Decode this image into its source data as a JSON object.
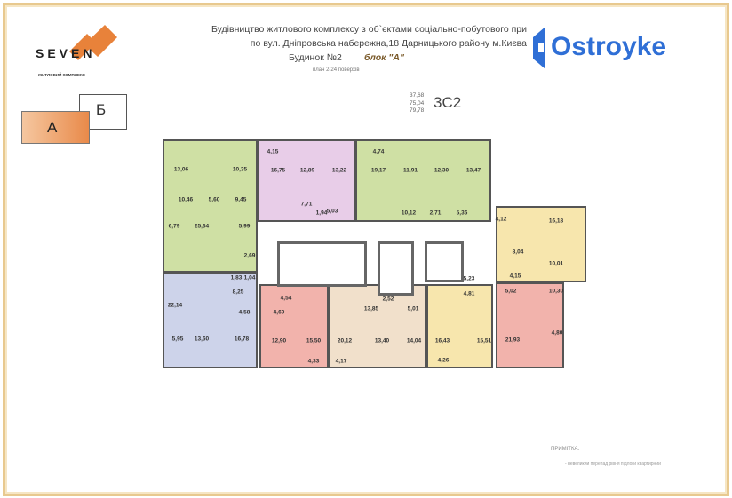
{
  "header": {
    "line1": "Будівництво житлового комплексу з об`єктами соціально-побутового при",
    "line2": "по вул. Дніпровська набережна,18 Дарницького району м.Києва",
    "building": "Будинок №2",
    "block": "блок \"А\"",
    "floors": "план 2-24 поверхів"
  },
  "logo": {
    "name": "SEVEN",
    "subtitle": "ЖИТЛОВИЙ КОМПЛЕКС",
    "brand": "Ostroyke",
    "brand_color": "#2f6fd6"
  },
  "sections": {
    "a": "А",
    "b": "Б"
  },
  "unit": {
    "areas": [
      "37,68",
      "75,04",
      "79,78"
    ],
    "code": "3С2"
  },
  "colors": {
    "green": "#cfe0a4",
    "pink": "#e8cde8",
    "blue": "#cdd3ea",
    "red": "#f2b3ac",
    "beige": "#f1e0cb",
    "yellow": "#f7e6ad"
  },
  "rooms": [
    "13,06",
    "10,35",
    "10,46",
    "5,60",
    "9,45",
    "6,79",
    "25,34",
    "5,99",
    "2,69",
    "1,83",
    "1,04",
    "8,25",
    "22,14",
    "4,58",
    "5,95",
    "13,60",
    "16,78",
    "4,15",
    "16,75",
    "12,89",
    "13,22",
    "7,71",
    "1,94",
    "5,03",
    "4,74",
    "19,17",
    "11,91",
    "12,30",
    "13,47",
    "10,12",
    "2,71",
    "5,36",
    "4,54",
    "4,60",
    "12,90",
    "15,50",
    "20,12",
    "13,40",
    "14,04",
    "16,43",
    "15,51",
    "4,33",
    "4,17",
    "4,26",
    "13,85",
    "2,52",
    "5,01",
    "5,23",
    "4,81",
    "4,12",
    "16,18",
    "8,04",
    "10,01",
    "4,15",
    "5,02",
    "10,30",
    "21,93",
    "4,80"
  ],
  "note": {
    "title": "ПРИМІТКА.",
    "text": "- невеликий перепад рівня підлоги квартирний"
  }
}
